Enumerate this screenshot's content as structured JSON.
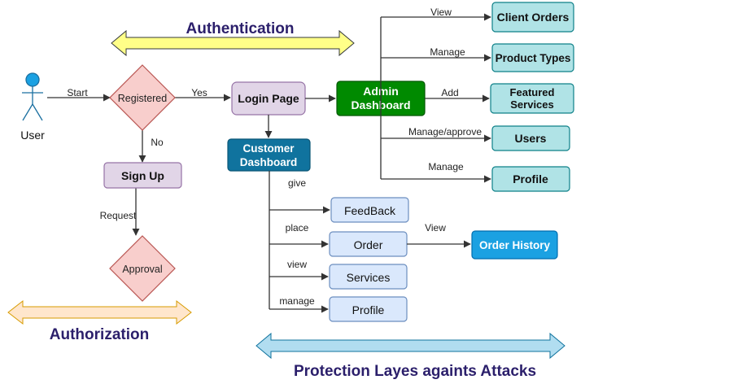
{
  "actor": {
    "label": "User"
  },
  "bands": {
    "authentication": "Authentication",
    "authorization": "Authorization",
    "protection": "Protection Layes againts Attacks"
  },
  "nodes": {
    "registered": "Registered",
    "sign_up": "Sign Up",
    "approval": "Approval",
    "login_page": "Login Page",
    "admin_dashboard": [
      "Admin",
      "Dashboard"
    ],
    "customer_dashboard": [
      "Customer",
      "Dashboard"
    ],
    "client_orders": "Client Orders",
    "product_types": "Product Types",
    "featured_services": [
      "Featured",
      "Services"
    ],
    "users": "Users",
    "admin_profile": "Profile",
    "feedback": "FeedBack",
    "order": "Order",
    "services": "Services",
    "customer_profile": "Profile",
    "order_history": "Order History"
  },
  "edges": {
    "start": "Start",
    "yes": "Yes",
    "no": "No",
    "request": "Request",
    "view_orders": "View",
    "manage_types": "Manage",
    "add": "Add",
    "manage_approve": "Manage/approve",
    "manage_profile": "Manage",
    "give": "give",
    "place": "place",
    "view_services": "view",
    "manage_customer_profile": "manage",
    "view_history": "View"
  },
  "colors": {
    "diamond_fill": "#f8cecc",
    "diamond_stroke": "#b85450",
    "purple_fill": "#e1d5e7",
    "purple_stroke": "#9673a6",
    "admin_fill": "#008a00",
    "customer_fill": "#10739e",
    "teal_fill": "#b0e3e6",
    "teal_stroke": "#0e8088",
    "blue_fill": "#dae8fc",
    "blue_stroke": "#6c8ebf",
    "history_fill": "#1ba1e2",
    "auth_arrow_fill": "#ffff88",
    "authz_arrow_fill": "#ffe6cc",
    "protect_arrow_fill": "#b1ddf0",
    "actor_color": "#1ba1e2"
  }
}
